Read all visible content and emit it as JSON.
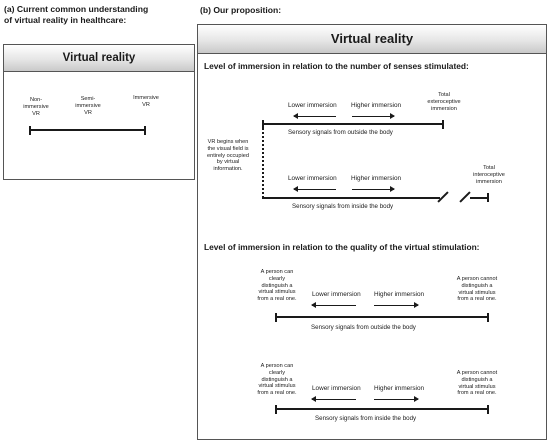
{
  "panel_a": {
    "heading_line1": "(a) Current common understanding",
    "heading_line2": "of virtual reality in healthcare:",
    "box_title": "Virtual reality",
    "labels": {
      "non_immersive": [
        "Non-",
        "immersive",
        "VR"
      ],
      "semi_immersive": [
        "Semi-",
        "immersive",
        "VR"
      ],
      "immersive": [
        "Immersive",
        "VR"
      ]
    }
  },
  "panel_b": {
    "heading": "(b) Our proposition:",
    "box_title": "Virtual reality",
    "section1": {
      "title": "Level of immersion in relation to the number of senses stimulated:",
      "vr_begins": [
        "VR begins when",
        "the visual field is",
        "entirely occupied",
        "by virtual",
        "information."
      ],
      "row1": {
        "lower": "Lower immersion",
        "higher": "Higher immersion",
        "end_label": [
          "Total",
          "exteroceptive",
          "immersion"
        ],
        "signals": "Sensory signals from outside the body"
      },
      "row2": {
        "lower": "Lower immersion",
        "higher": "Higher immersion",
        "end_label": [
          "Total",
          "interoceptive",
          "immersion"
        ],
        "signals": "Sensory signals from inside the body"
      }
    },
    "section2": {
      "title": "Level of immersion in relation to the quality of the virtual stimulation:",
      "row1": {
        "left_label": [
          "A person can",
          "clearly",
          "distinguish a",
          "virtual stimulus",
          "from a real one."
        ],
        "right_label": [
          "A person cannot",
          "distinguish a",
          "virtual stimulus",
          "from a real one."
        ],
        "lower": "Lower immersion",
        "higher": "Higher immersion",
        "signals": "Sensory signals from outside the body"
      },
      "row2": {
        "left_label": [
          "A person can",
          "clearly",
          "distinguish a",
          "virtual stimulus",
          "from a real one."
        ],
        "right_label": [
          "A person cannot",
          "distinguish a",
          "virtual stimulus",
          "from a real one."
        ],
        "lower": "Lower immersion",
        "higher": "Higher immersion",
        "signals": "Sensory signals from inside the body"
      }
    }
  }
}
